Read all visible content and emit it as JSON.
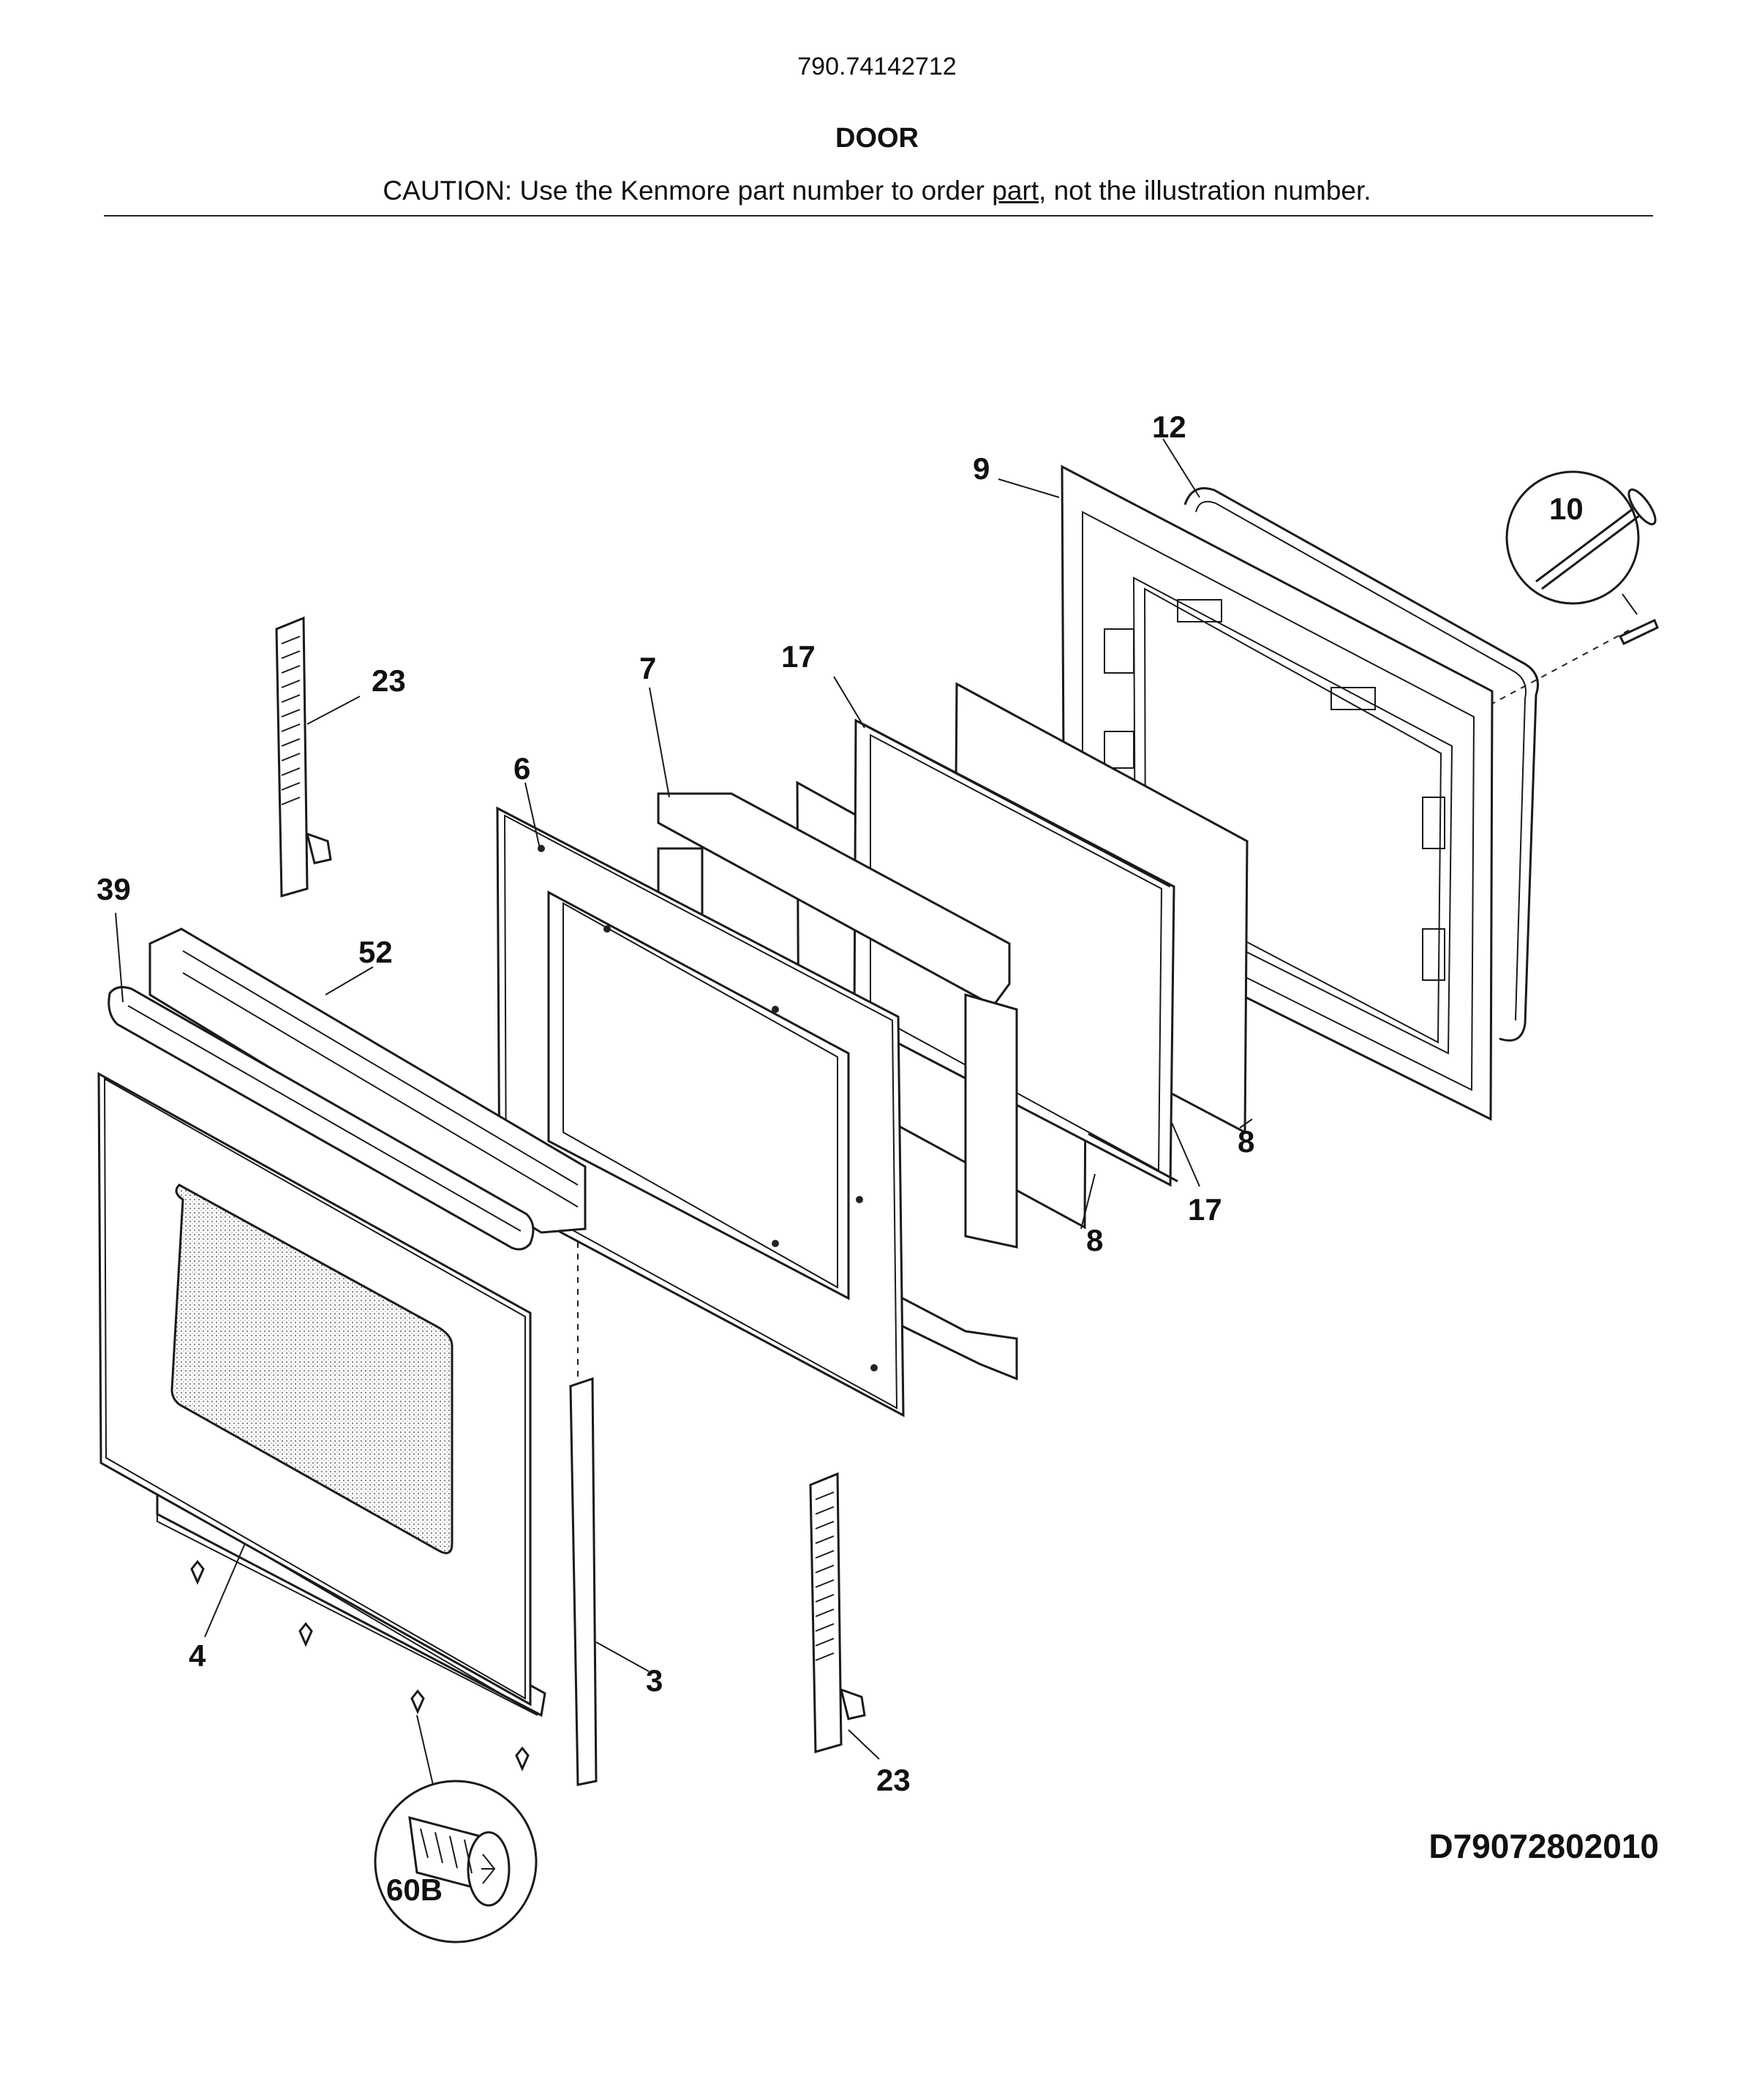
{
  "header": {
    "model_number": "790.74142712",
    "section_title": "DOOR",
    "caution_prefix": "CAUTION: Use the Kenmore part number to order ",
    "caution_link": "part",
    "caution_suffix": ", not the illustration number."
  },
  "diagram_code": "D79072802010",
  "callouts": {
    "c23_top": "23",
    "c39": "39",
    "c52": "52",
    "c6": "6",
    "c7": "7",
    "c17_top": "17",
    "c9": "9",
    "c12": "12",
    "c10": "10",
    "c8_right": "8",
    "c8_mid": "8",
    "c17_bottom": "17",
    "c4": "4",
    "c3": "3",
    "c23_bottom": "23",
    "c60B": "60B"
  }
}
